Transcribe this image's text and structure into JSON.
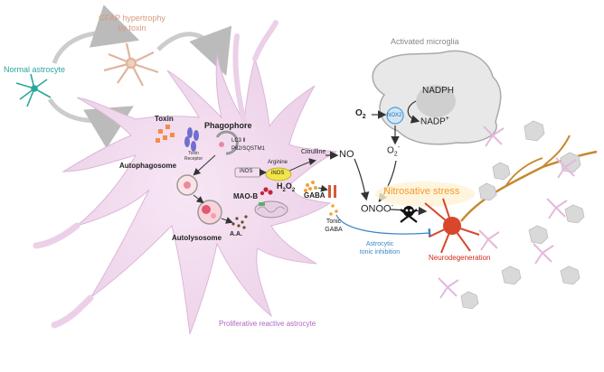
{
  "labels": {
    "normal_astrocyte": "Normal astrocyte",
    "gfap_line1": "GFAP hypertrophy",
    "gfap_line2": "by toxin",
    "activated_microglia": "Activated microglia",
    "nadph": "NADPH",
    "nox2": "NOX2",
    "nadp": "NADP",
    "nadp_sup": "+",
    "o2": "O",
    "o2_sub": "2",
    "o2_radical": "O",
    "o2_radical_sub": "2",
    "o2_radical_sup": "-",
    "toxin": "Toxin",
    "toxin_receptor_line1": "Toxin",
    "toxin_receptor_line2": "Receptor",
    "phagophore": "Phagophore",
    "lc3": "LC3 Ⅱ",
    "p62": "P62/SQSTM1",
    "autophagosome": "Autophagosome",
    "inos_left": "iNOS",
    "arginine": "Arginine",
    "inos_center": "iNOS",
    "citrulline": "Citrulline",
    "no": "NO",
    "h2o2": "H",
    "h2o2_sub1": "2",
    "h2o2_o": "O",
    "h2o2_sub2": "2",
    "maob": "MAO-B",
    "gaba": "GABA",
    "autolysosome": "Autolysosome",
    "aa": "A.A.",
    "tonic_gaba_line1": "Tonic",
    "tonic_gaba_line2": "GABA",
    "nitrosative_stress": "Nitrosative stress",
    "onoo": "ONOO",
    "onoo_sup": "-",
    "astro_tonic_line1": "Astrocytic",
    "astro_tonic_line2": "tonic inhibition",
    "neurodegeneration": "Neurodegeneration",
    "proliferative": "Proliferative reactive astrocyte"
  },
  "colors": {
    "astrocyte_fill": "#f1dcef",
    "astrocyte_edge": "#dcb6d8",
    "normal_astrocyte_text": "#2aa79d",
    "gfap_text": "#d79a7c",
    "microglia_text": "#888888",
    "proliferative_text": "#b065c4",
    "nitrosative_text": "#f39a2a",
    "neuro_text": "#d52a1a",
    "tonic_inhibition_text": "#3a86c8",
    "neuron_body": "#d8472a",
    "neuron_axon": "#c8882e",
    "microglia_fill": "#e8e8e8"
  },
  "icons": [
    "skull-crossbones-icon",
    "toxin-cube-icon",
    "neuron-icon",
    "microglia-cell-icon"
  ]
}
